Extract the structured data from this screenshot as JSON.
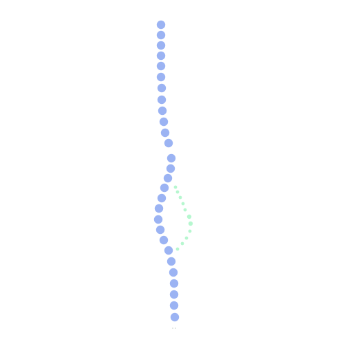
{
  "colors": {
    "background": "#ffffff",
    "large_dots": "#9bb3f3",
    "small_dots": "#b6f7cf",
    "tiny_mark": "#c8d0c8"
  },
  "dot_strands": [
    {
      "name": "blue-strand",
      "color": "#9bb3f3",
      "count": 29
    },
    {
      "name": "green-strand",
      "color": "#b6f7cf",
      "count": 14
    }
  ]
}
